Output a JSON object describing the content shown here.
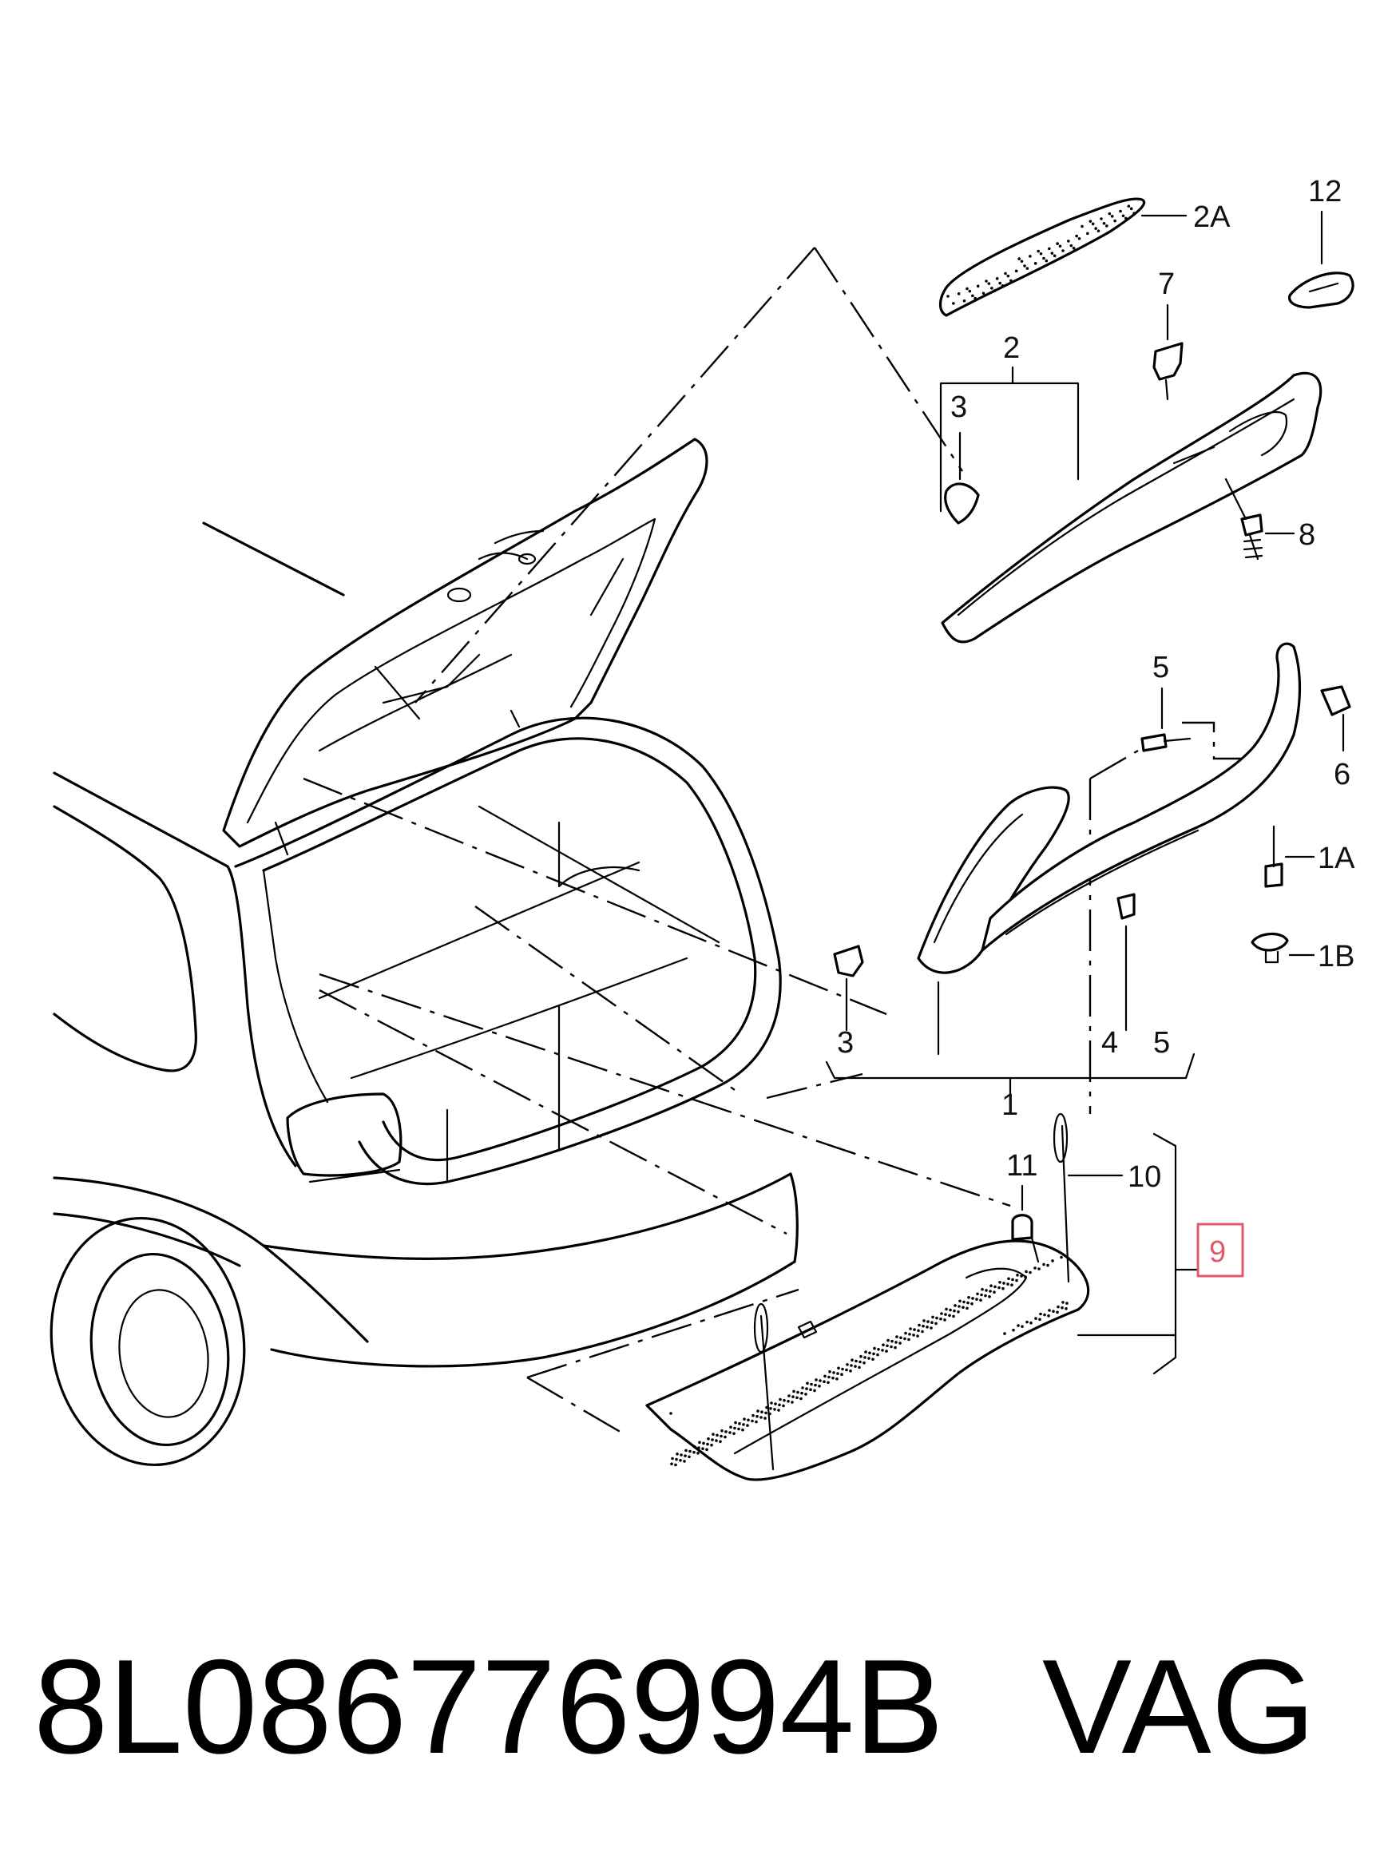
{
  "diagram": {
    "callouts": {
      "c1": "1",
      "c1a": "1A",
      "c1b": "1B",
      "c2": "2",
      "c2a": "2A",
      "c3_top": "3",
      "c3_bottom": "3",
      "c4": "4",
      "c5_top": "5",
      "c5_bottom": "5",
      "c6": "6",
      "c7": "7",
      "c8": "8",
      "c9": "9",
      "c10": "10",
      "c11": "11",
      "c12": "12"
    },
    "highlight": {
      "callout": "9",
      "color": "#e05a6a"
    }
  },
  "footer": {
    "part_number": "8L086776994B",
    "brand": "VAG"
  }
}
